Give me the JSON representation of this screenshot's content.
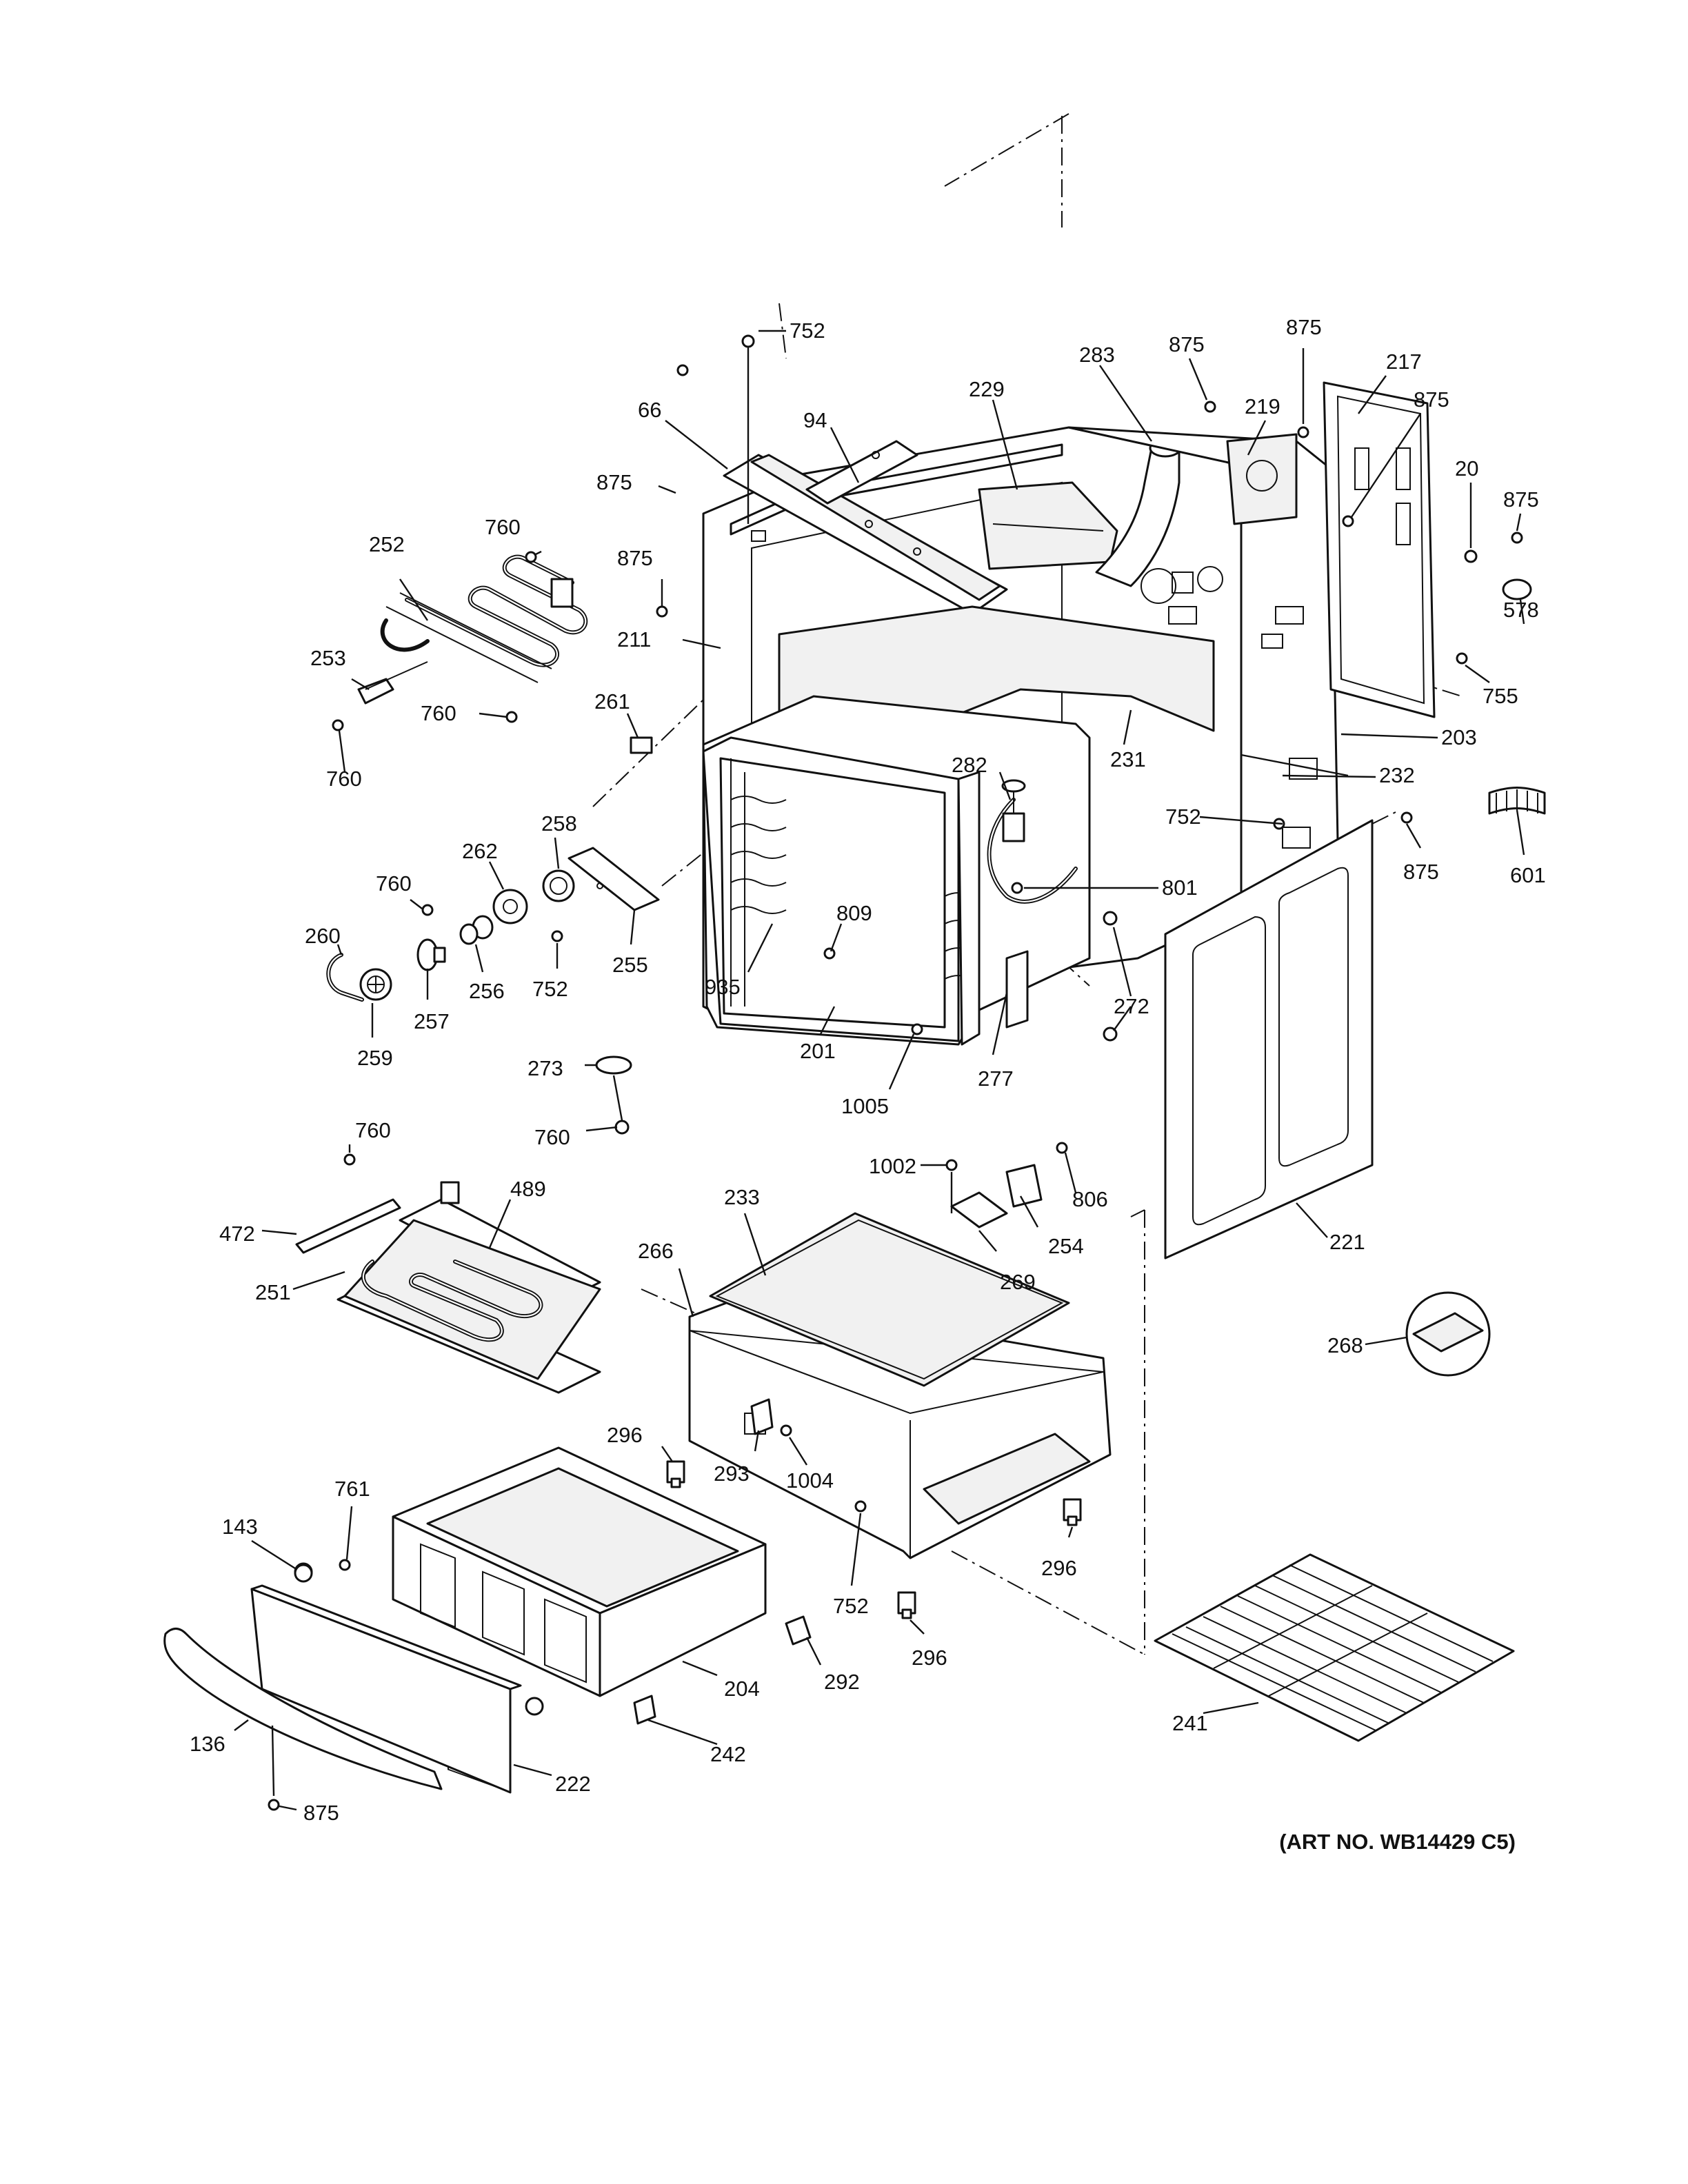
{
  "art_number": "(ART NO. WB14429 C5)",
  "callouts": {
    "c752_top": "752",
    "c66": "66",
    "c94": "94",
    "c229": "229",
    "c283": "283",
    "c875_a": "875",
    "c875_b": "875",
    "c219": "219",
    "c217": "217",
    "c875_c": "875",
    "c20": "20",
    "c875_d": "875",
    "c578": "578",
    "c755": "755",
    "c203": "203",
    "c875_left1": "875",
    "c875_left2": "875",
    "c760_a": "760",
    "c252": "252",
    "c211": "211",
    "c253": "253",
    "c760_b": "760",
    "c760_c": "760",
    "c261": "261",
    "c231": "231",
    "c282": "282",
    "c232": "232",
    "c752_mid": "752",
    "c875_e": "875",
    "c601": "601",
    "c801": "801",
    "c258": "258",
    "c262": "262",
    "c760_d": "760",
    "c260": "260",
    "c256": "256",
    "c752_low": "752",
    "c255": "255",
    "c257": "257",
    "c259": "259",
    "c809": "809",
    "c935": "935",
    "c201": "201",
    "c272": "272",
    "c277": "277",
    "c1005": "1005",
    "c273": "273",
    "c760_e": "760",
    "c760_f": "760",
    "c489": "489",
    "c472": "472",
    "c251": "251",
    "c1002": "1002",
    "c806": "806",
    "c233": "233",
    "c254": "254",
    "c266": "266",
    "c269": "269",
    "c221": "221",
    "c268": "268",
    "c296_a": "296",
    "c293": "293",
    "c1004": "1004",
    "c761": "761",
    "c143": "143",
    "c296_b": "296",
    "c752_bot": "752",
    "c296_c": "296",
    "c292": "292",
    "c204": "204",
    "c241": "241",
    "c136": "136",
    "c242": "242",
    "c222": "222",
    "c875_bot": "875"
  }
}
